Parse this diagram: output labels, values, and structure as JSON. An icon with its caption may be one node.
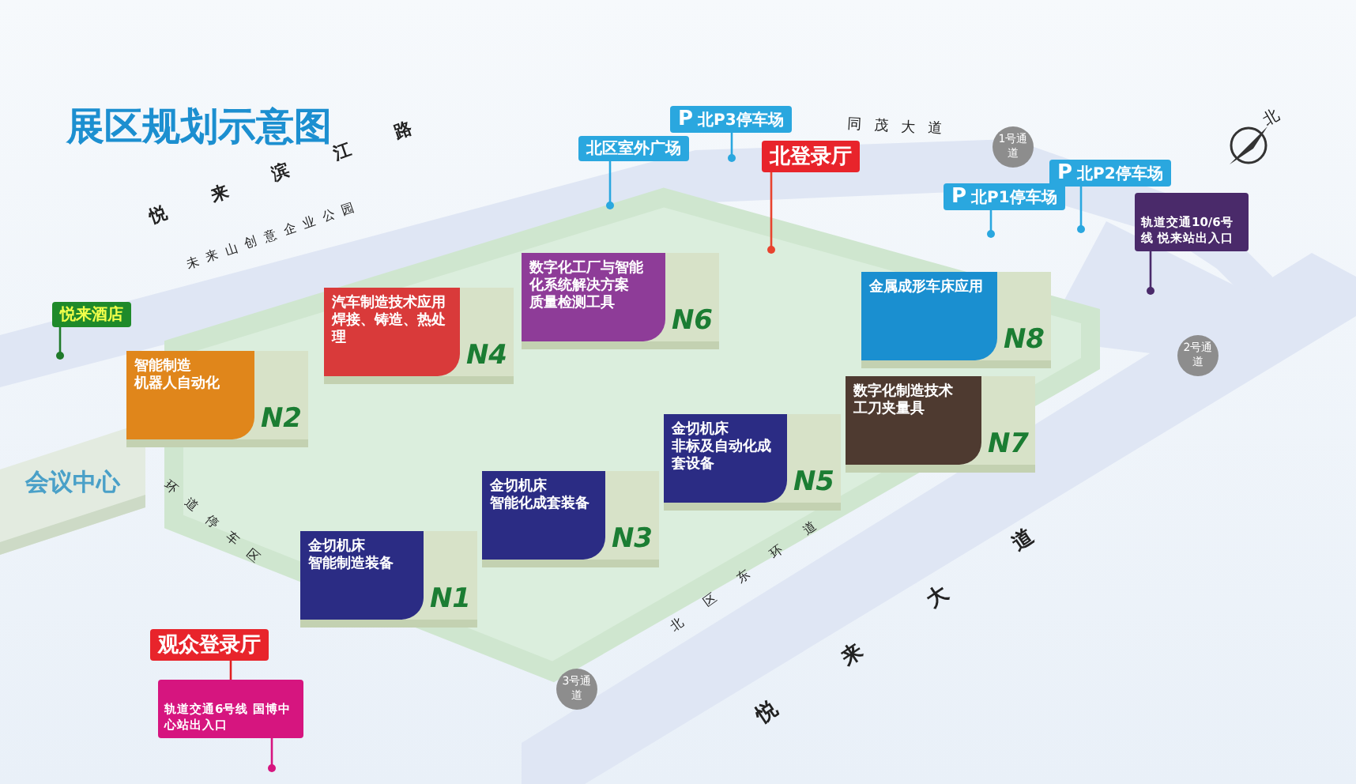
{
  "diagram": {
    "title": "展区规划示意图",
    "nodes": [
      {
        "text": [
          "北区室外广场"
        ]
      },
      {
        "text": [
          "P",
          "北P3停车场"
        ]
      },
      {
        "text": [
          "北登录厅"
        ]
      },
      {
        "text": [
          "P",
          "北P1停车场"
        ]
      },
      {
        "text": [
          "P",
          "北P2停车场"
        ]
      },
      {
        "text": [
          "轨道交通10/6号线 悦来站出入口"
        ]
      },
      {
        "text": [
          "悦来酒店"
        ]
      },
      {
        "text": [
          "会议中心"
        ]
      },
      {
        "text": [
          "数字化工厂与智能化系统解决方案",
          "质量检测工具",
          "N6"
        ]
      },
      {
        "text": [
          "汽车制造技术应用",
          "焊接、铸造、热处理",
          "N4"
        ]
      },
      {
        "text": [
          "智能制造",
          "机器人自动化",
          "N2"
        ]
      },
      {
        "text": [
          "金属成形车床应用",
          "N8"
        ]
      },
      {
        "text": [
          "数字化制造技术",
          "工刀夹量具",
          "N7"
        ]
      },
      {
        "text": [
          "金切机床",
          "非标及自动化成套设备",
          "N5"
        ]
      },
      {
        "text": [
          "金切机床",
          "智能化成套装备",
          "N3"
        ]
      },
      {
        "text": [
          "金切机床",
          "智能制造装备",
          "N1"
        ]
      },
      {
        "text": [
          "观众登录厅"
        ]
      },
      {
        "text": [
          "轨道交通6号线 国博中心站出入口"
        ]
      }
    ],
    "edges": [
      {
        "from": 0,
        "to": null,
        "arrow": "other"
      },
      {
        "from": 1,
        "to": null,
        "arrow": "other"
      },
      {
        "from": 2,
        "to": null,
        "arrow": "other",
        "color": "#e8432e"
      },
      {
        "from": 3,
        "to": null,
        "arrow": "other"
      },
      {
        "from": 4,
        "to": null,
        "arrow": "other"
      },
      {
        "from": 5,
        "to": null,
        "arrow": "other",
        "color": "#4a2a6a"
      },
      {
        "from": 6,
        "to": null,
        "arrow": "other",
        "color": "#1f7a2a"
      },
      {
        "from": 16,
        "to": 17,
        "arrow": "none",
        "color": "#e02020"
      },
      {
        "from": 17,
        "to": null,
        "arrow": "other",
        "color": "#d6157f"
      }
    ],
    "labels": [
      "同茂大道",
      "1号通道",
      "北",
      "悦来滨江路",
      "未来山创意企业公园",
      "2号通道",
      "环道停车区",
      "北区东环道",
      "悦来大道",
      "3号通道"
    ]
  }
}
